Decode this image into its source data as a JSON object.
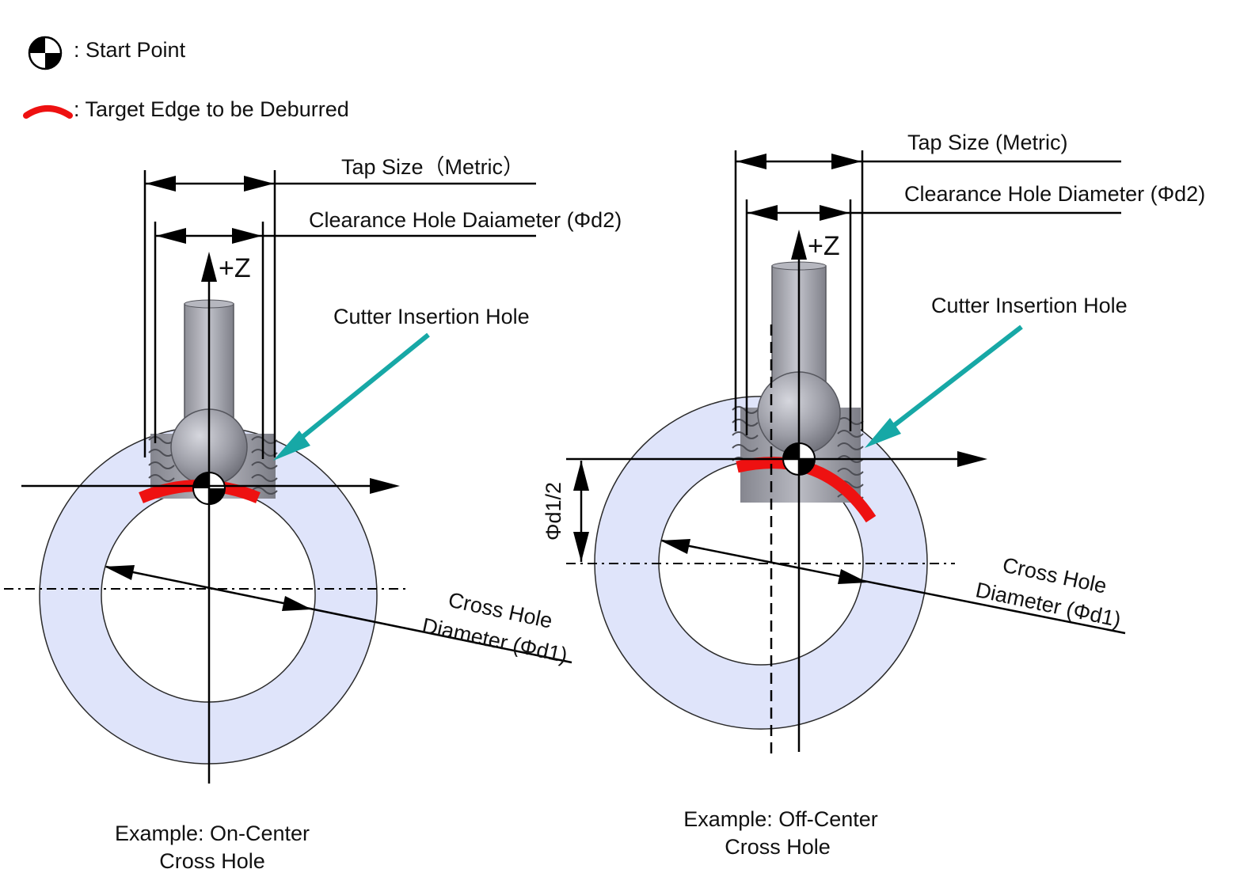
{
  "legend": {
    "start_point": ": Start Point",
    "target_edge": ": Target Edge to be Deburred"
  },
  "left_example": {
    "tap_size": "Tap Size（Metric）",
    "clearance_hole": "Clearance Hole Daiameter (Φd2)",
    "z_axis": "+Z",
    "cutter_insertion": "Cutter Insertion Hole",
    "cross_hole_line1": "Cross Hole",
    "cross_hole_line2": "Diameter (Φd1)",
    "caption_line1": "Example: On-Center",
    "caption_line2": "Cross Hole"
  },
  "right_example": {
    "tap_size": "Tap Size (Metric)",
    "clearance_hole": "Clearance Hole Diameter (Φd2)",
    "z_axis": "+Z",
    "cutter_insertion": "Cutter Insertion Hole",
    "cross_hole_line1": "Cross Hole",
    "cross_hole_line2": "Diameter (Φd1)",
    "offset_label": "Φd1/2",
    "caption_line1": "Example: Off-Center",
    "caption_line2": "Cross Hole"
  },
  "colors": {
    "ring_fill": "#dfe4fa",
    "target_edge": "#ee1111",
    "leader_arrow": "#17a8a6",
    "tool_gray": "#9a9ba3",
    "line": "#000000"
  }
}
